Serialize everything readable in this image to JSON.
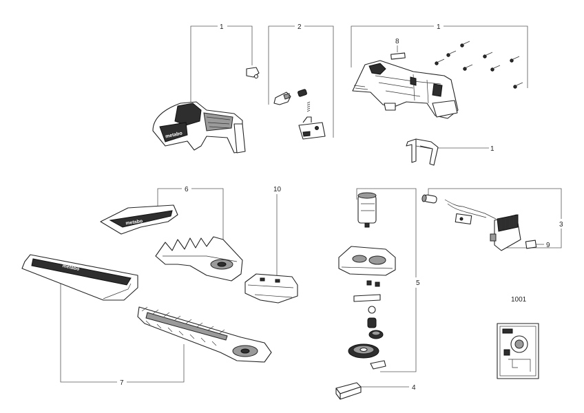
{
  "labels": [
    "1",
    "2",
    "1",
    "8",
    "1",
    "6",
    "10",
    "5",
    "3",
    "9",
    "4",
    "7",
    "1001"
  ]
}
